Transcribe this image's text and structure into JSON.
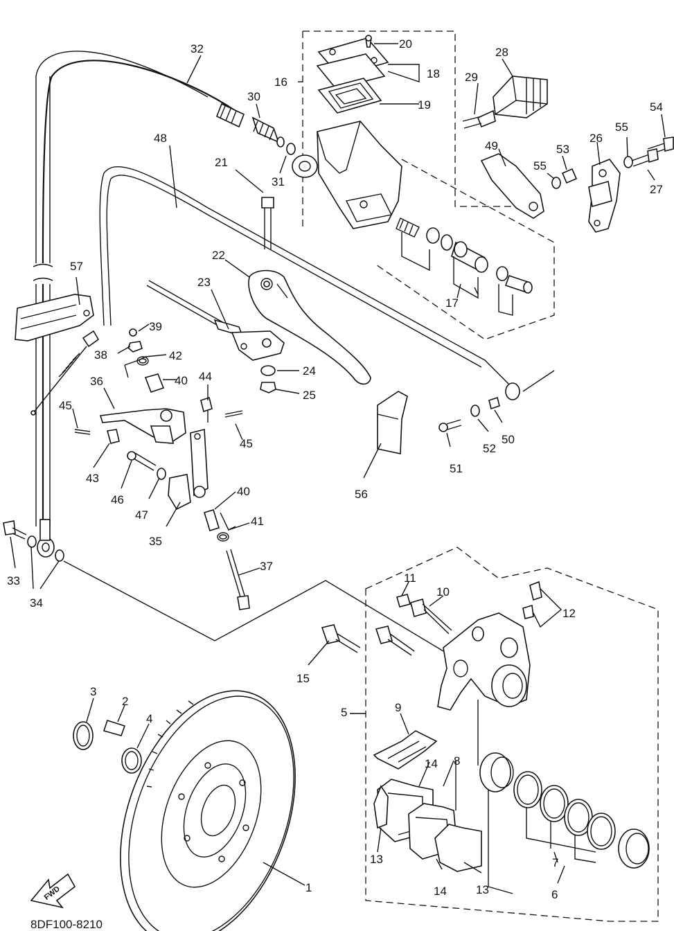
{
  "diagram": {
    "reference_code": "8DF100-8210",
    "fwd_label": "FWD",
    "part_numbers": [
      "1",
      "2",
      "3",
      "4",
      "5",
      "6",
      "7",
      "8",
      "9",
      "10",
      "11",
      "12",
      "13",
      "13",
      "14",
      "14",
      "15",
      "16",
      "17",
      "18",
      "19",
      "20",
      "21",
      "22",
      "23",
      "24",
      "25",
      "26",
      "27",
      "28",
      "29",
      "30",
      "31",
      "32",
      "33",
      "34",
      "35",
      "36",
      "37",
      "38",
      "39",
      "40",
      "40",
      "41",
      "42",
      "43",
      "44",
      "45",
      "45",
      "46",
      "47",
      "48",
      "49",
      "50",
      "51",
      "52",
      "53",
      "54",
      "55",
      "55",
      "56",
      "57"
    ]
  }
}
